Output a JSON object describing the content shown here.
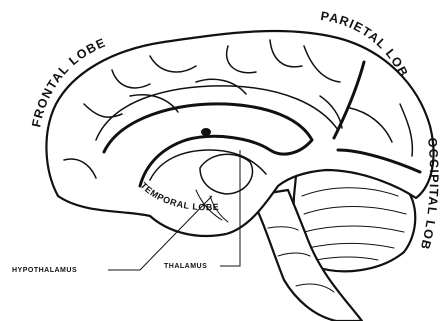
{
  "labels": {
    "frontal_lobe": "FRONTAL LOBE",
    "parietal_lobe": "PARIETAL LOBE",
    "occipital_lobe": "OCCIPITAL LOBE",
    "temporal_lobe": "TEMPORAL LOBE",
    "hypothalamus": "HYPOTHALAMUS",
    "thalamus": "THALAMUS"
  }
}
